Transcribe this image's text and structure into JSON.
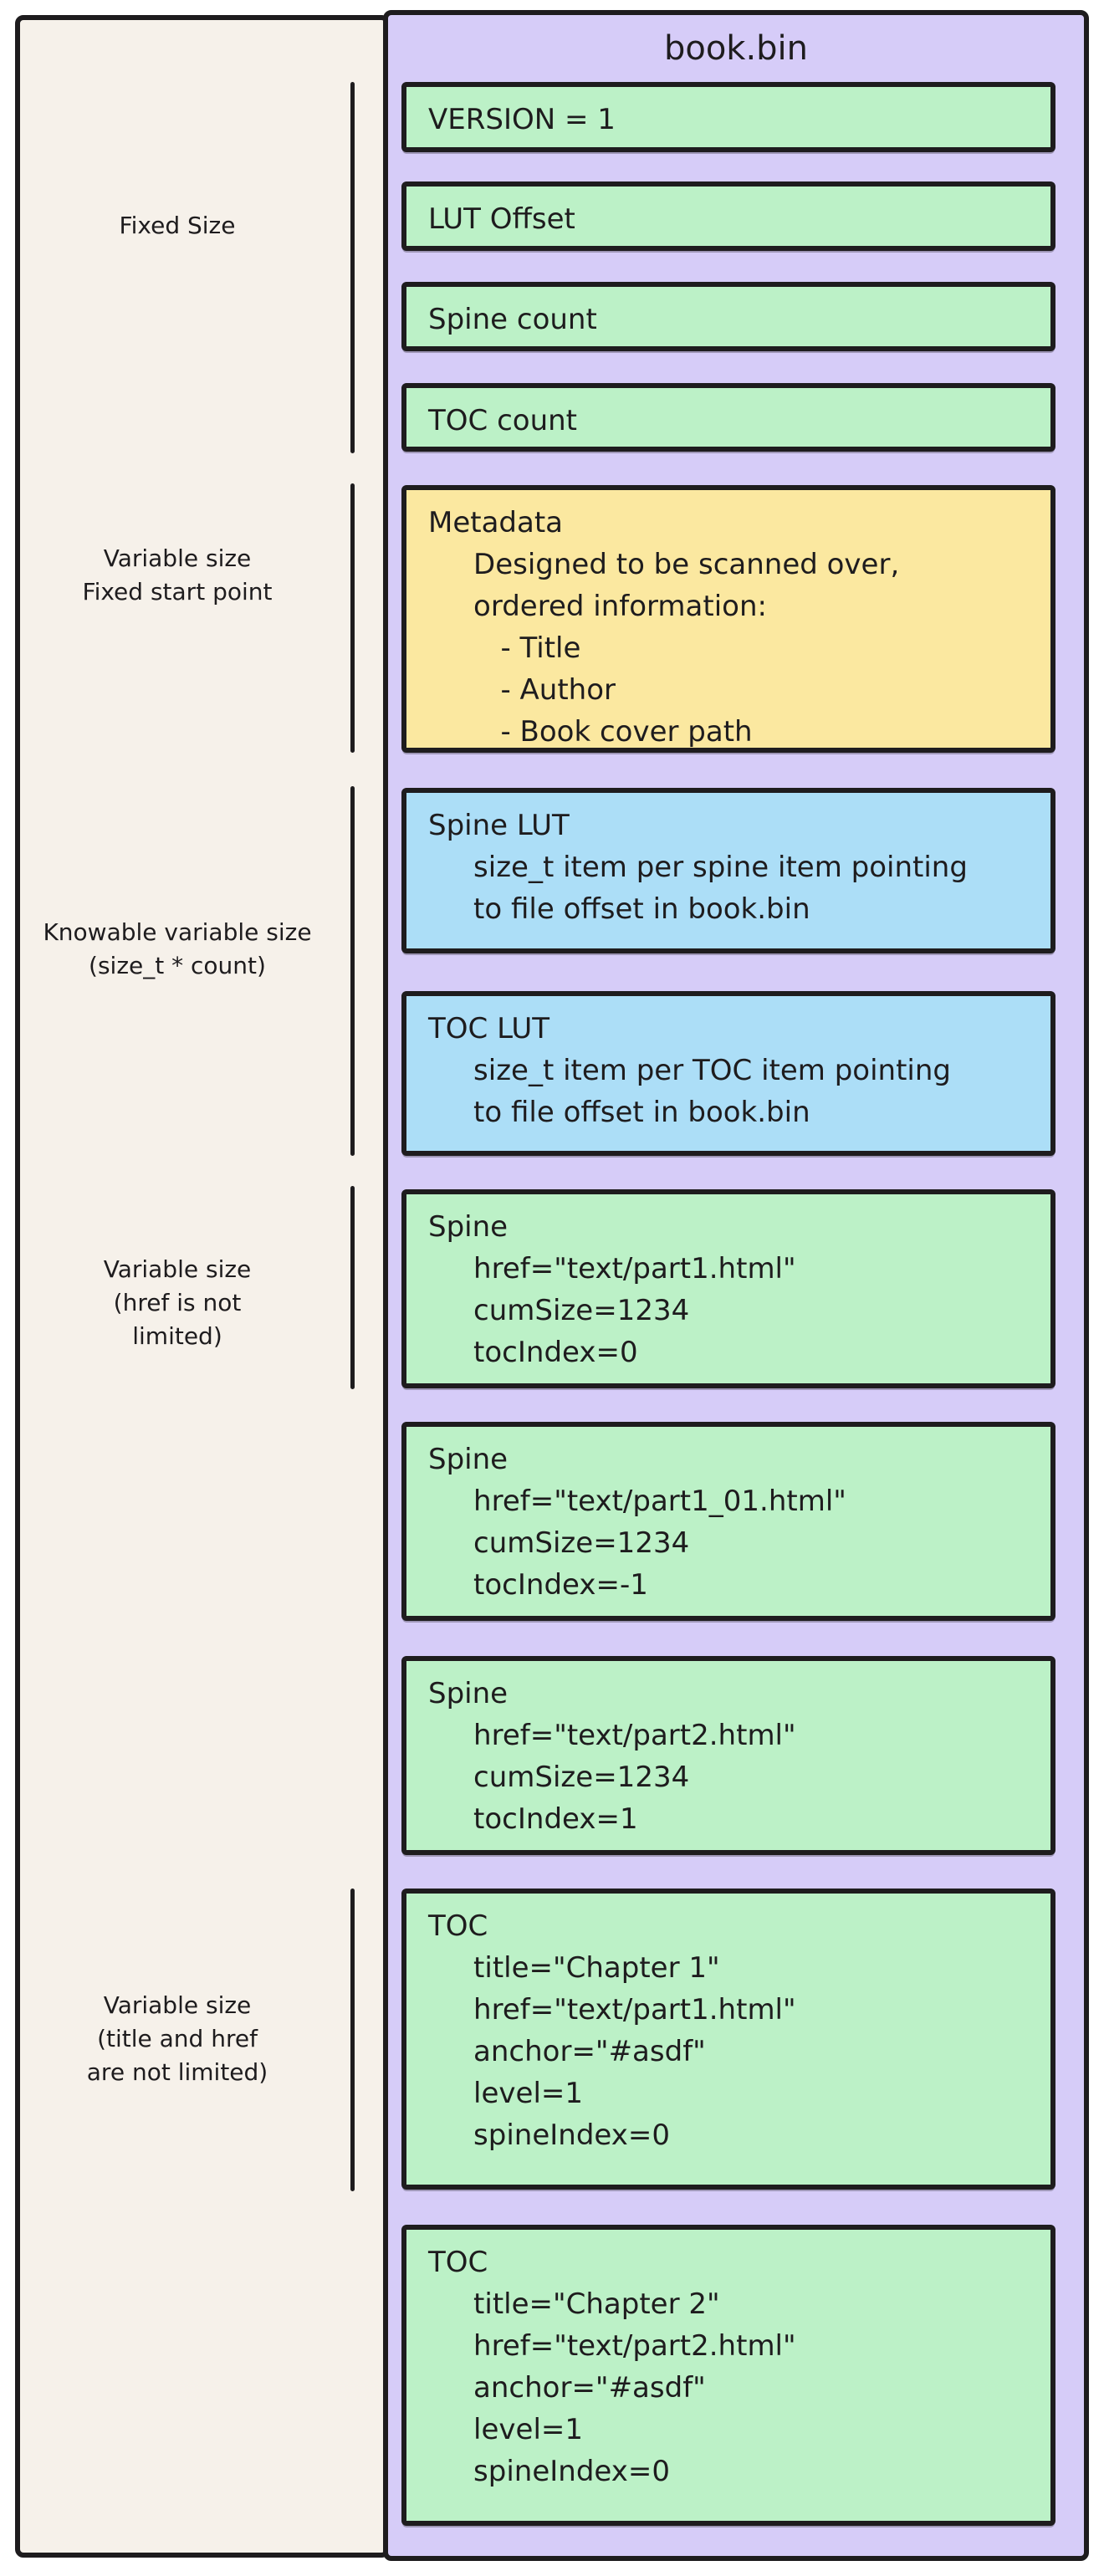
{
  "colors": {
    "page": "#ffffff",
    "canvas": "#f6f1ea",
    "container": "#d6ccf8",
    "green": "#bcf1c7",
    "yellow": "#fbe8a0",
    "blue": "#acdef7",
    "stroke": "#1e1c1e",
    "text": "#1e1c1e"
  },
  "container": {
    "title": "book.bin"
  },
  "side_labels": [
    {
      "lines": [
        "Fixed Size"
      ]
    },
    {
      "lines": [
        "Variable size",
        "Fixed start point"
      ]
    },
    {
      "lines": [
        "Knowable variable size",
        "(size_t * count)"
      ]
    },
    {
      "lines": [
        "Variable size",
        "(href is not",
        "limited)"
      ]
    },
    {
      "lines": [
        "Variable size",
        "(title and href",
        "are not limited)"
      ]
    }
  ],
  "boxes": [
    {
      "name": "version",
      "fill": "green",
      "lines": [
        "VERSION = 1"
      ]
    },
    {
      "name": "lut-offset",
      "fill": "green",
      "lines": [
        "LUT Offset"
      ]
    },
    {
      "name": "spine-count",
      "fill": "green",
      "lines": [
        "Spine count"
      ]
    },
    {
      "name": "toc-count",
      "fill": "green",
      "lines": [
        "TOC count"
      ]
    },
    {
      "name": "metadata",
      "fill": "yellow",
      "lines": [
        "Metadata",
        "     Designed to be scanned over,",
        "     ordered information:",
        "        - Title",
        "        - Author",
        "        - Book cover path"
      ]
    },
    {
      "name": "spine-lut",
      "fill": "blue",
      "lines": [
        "Spine LUT",
        "     size_t item per spine item pointing",
        "     to file offset in book.bin"
      ]
    },
    {
      "name": "toc-lut",
      "fill": "blue",
      "lines": [
        "TOC LUT",
        "     size_t item per TOC item pointing",
        "     to file offset in book.bin"
      ]
    },
    {
      "name": "spine-1",
      "fill": "green",
      "lines": [
        "Spine",
        "     href=\"text/part1.html\"",
        "     cumSize=1234",
        "     tocIndex=0"
      ]
    },
    {
      "name": "spine-2",
      "fill": "green",
      "lines": [
        "Spine",
        "     href=\"text/part1_01.html\"",
        "     cumSize=1234",
        "     tocIndex=-1"
      ]
    },
    {
      "name": "spine-3",
      "fill": "green",
      "lines": [
        "Spine",
        "     href=\"text/part2.html\"",
        "     cumSize=1234",
        "     tocIndex=1"
      ]
    },
    {
      "name": "toc-1",
      "fill": "green",
      "lines": [
        "TOC",
        "     title=\"Chapter 1\"",
        "     href=\"text/part1.html\"",
        "     anchor=\"#asdf\"",
        "     level=1",
        "     spineIndex=0"
      ]
    },
    {
      "name": "toc-2",
      "fill": "green",
      "lines": [
        "TOC",
        "     title=\"Chapter 2\"",
        "     href=\"text/part2.html\"",
        "     anchor=\"#asdf\"",
        "     level=1",
        "     spineIndex=0"
      ]
    }
  ]
}
